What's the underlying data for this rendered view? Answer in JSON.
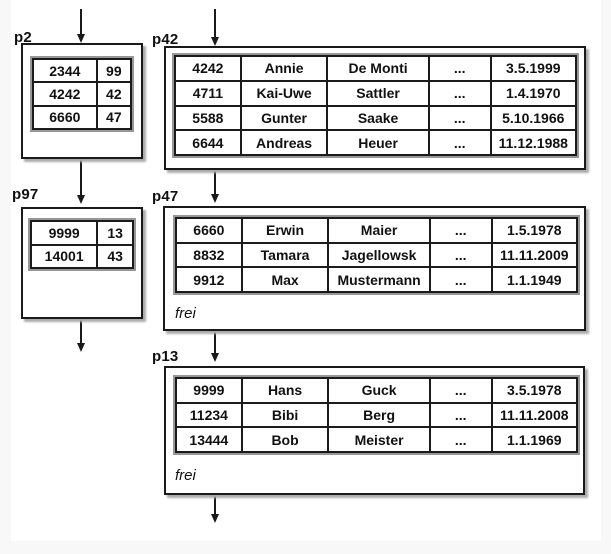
{
  "colors": {
    "background": "#ffffff",
    "margin_band": "#f8f8f8",
    "box_border": "#1a1a1a",
    "table_frame": "#979797",
    "cell_border": "#1b1b1b",
    "text": "#111111"
  },
  "pages": {
    "p2": {
      "label": "p2",
      "rows": [
        [
          "2344",
          "99"
        ],
        [
          "4242",
          "42"
        ],
        [
          "6660",
          "47"
        ]
      ]
    },
    "p97": {
      "label": "p97",
      "rows": [
        [
          "9999",
          "13"
        ],
        [
          "14001",
          "43"
        ]
      ]
    },
    "p42": {
      "label": "p42",
      "rows": [
        [
          "4242",
          "Annie",
          "De Monti",
          "...",
          "3.5.1999"
        ],
        [
          "4711",
          "Kai-Uwe",
          "Sattler",
          "...",
          "1.4.1970"
        ],
        [
          "5588",
          "Gunter",
          "Saake",
          "...",
          "5.10.1966"
        ],
        [
          "6644",
          "Andreas",
          "Heuer",
          "...",
          "11.12.1988"
        ]
      ]
    },
    "p47": {
      "label": "p47",
      "rows": [
        [
          "6660",
          "Erwin",
          "Maier",
          "...",
          "1.5.1978"
        ],
        [
          "8832",
          "Tamara",
          "Jagellowsk",
          "...",
          "11.11.2009"
        ],
        [
          "9912",
          "Max",
          "Mustermann",
          "...",
          "1.1.1949"
        ]
      ],
      "free_label": "frei"
    },
    "p13": {
      "label": "p13",
      "rows": [
        [
          "9999",
          "Hans",
          "Guck",
          "...",
          "3.5.1978"
        ],
        [
          "11234",
          "Bibi",
          "Berg",
          "...",
          "11.11.2008"
        ],
        [
          "13444",
          "Bob",
          "Meister",
          "...",
          "1.1.1969"
        ]
      ],
      "free_label": "frei"
    }
  }
}
